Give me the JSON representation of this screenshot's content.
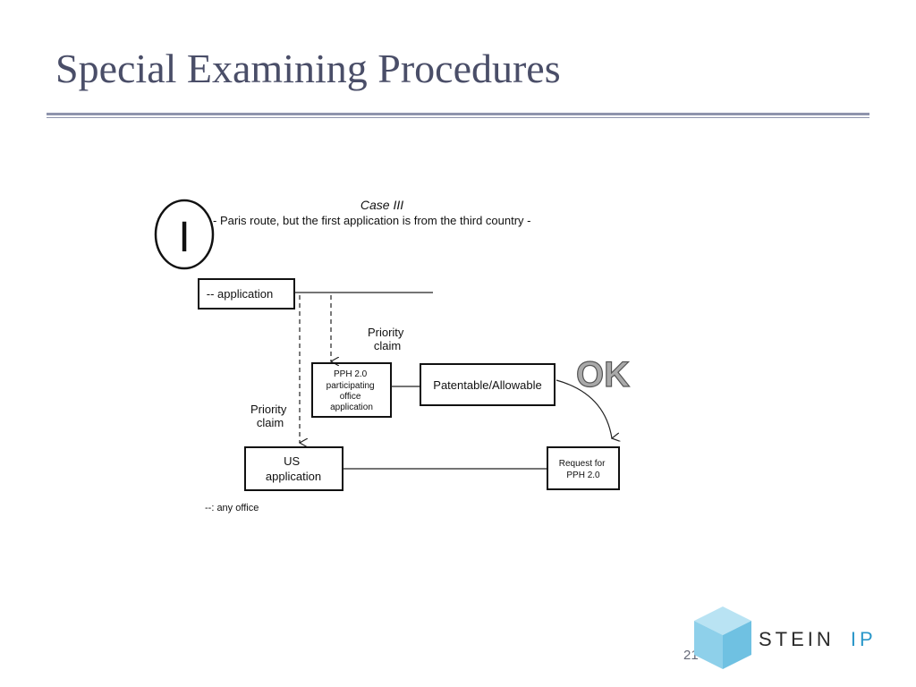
{
  "slide": {
    "title": "Special Examining Procedures",
    "page_number": "21"
  },
  "diagram": {
    "roman_numeral": "I",
    "case_title": "Case III",
    "case_subtitle": "- Paris route, but the first application is from the third country -",
    "first_app": "-- application",
    "priority_claim_upper": [
      "Priority",
      "claim"
    ],
    "pph_office_app": [
      "PPH 2.0",
      "participating",
      "office",
      "application"
    ],
    "patentable": "Patentable/Allowable",
    "ok_label": "OK",
    "priority_claim_lower": [
      "Priority",
      "claim"
    ],
    "us_app": [
      "US",
      "application"
    ],
    "request": [
      "Request for",
      "PPH 2.0"
    ],
    "legend": "--: any office"
  },
  "logo": {
    "text_main": "STEIN",
    "text_accent": "IP",
    "accent_color": "#2a97c9",
    "cube_color": "#8ed0ea"
  }
}
